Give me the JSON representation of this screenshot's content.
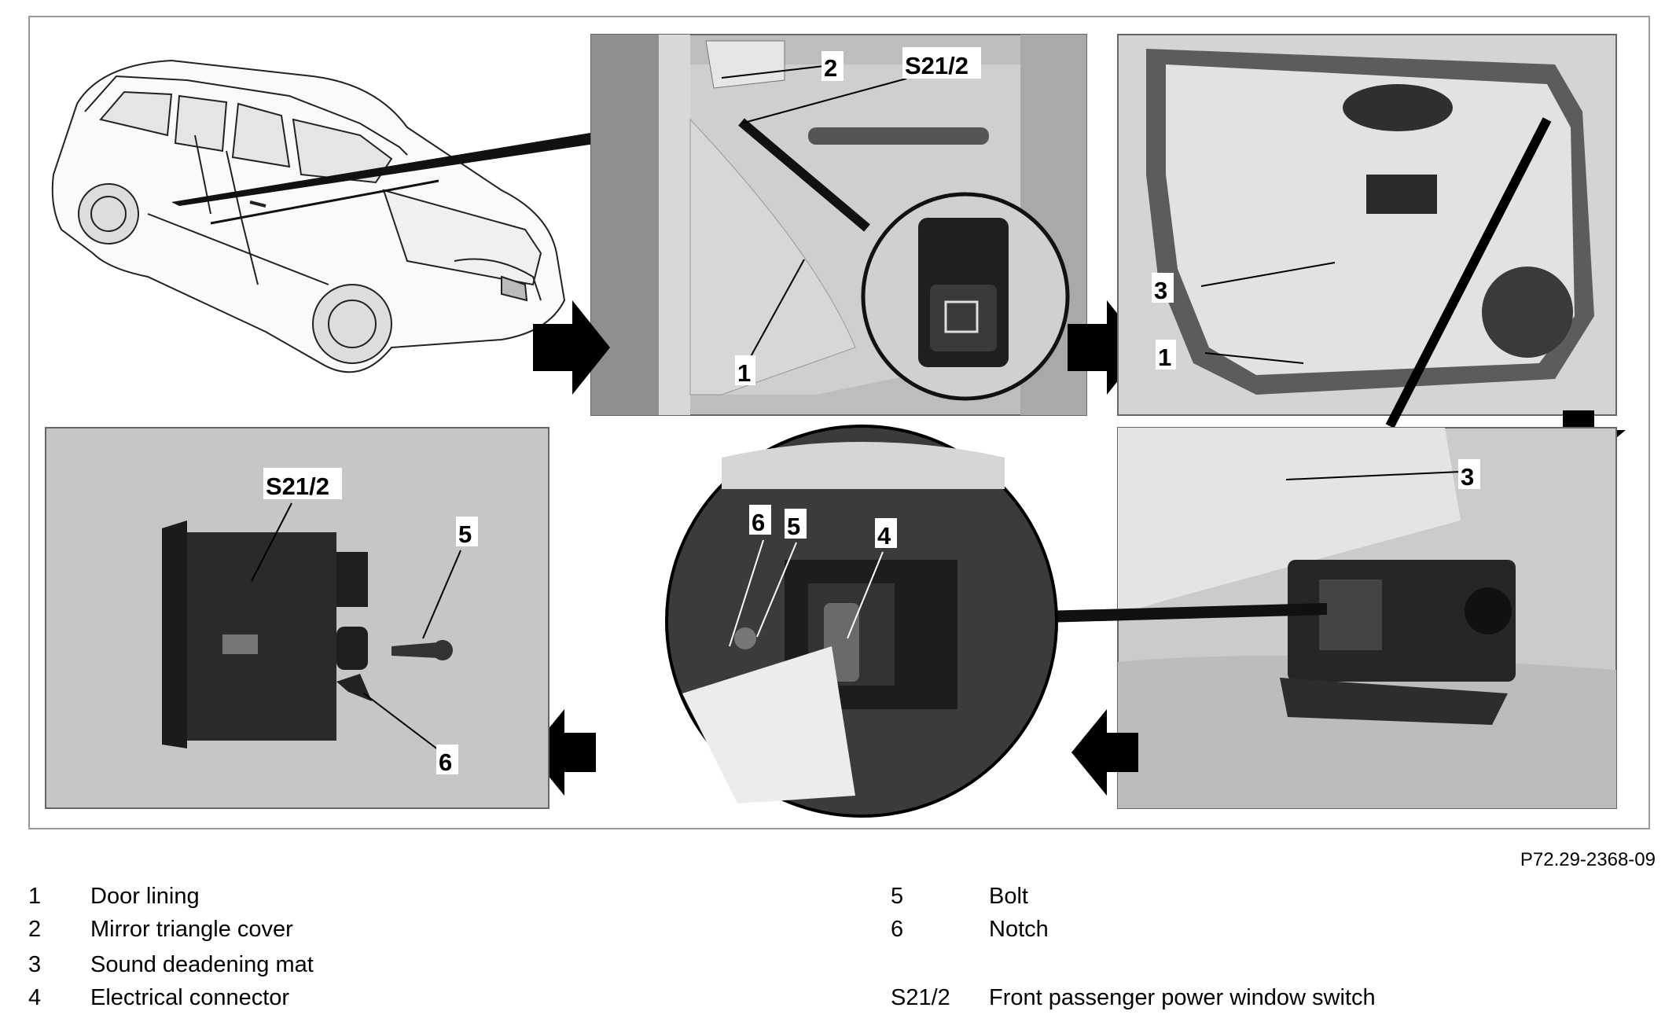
{
  "figure": {
    "reference": "P72.29-2368-09",
    "callouts": {
      "door_lining": "1",
      "mirror_triangle_cover": "2",
      "sound_deadening_mat": "3",
      "electrical_connector": "4",
      "bolt": "5",
      "notch": "6",
      "switch": "S21/2"
    }
  },
  "legend": {
    "left": [
      {
        "key": "1",
        "label": "Door lining"
      },
      {
        "key": "2",
        "label": "Mirror triangle cover"
      },
      {
        "key": "3",
        "label": "Sound deadening mat"
      },
      {
        "key": "4",
        "label": "Electrical connector"
      }
    ],
    "right": [
      {
        "key": "5",
        "label": "Bolt"
      },
      {
        "key": "6",
        "label": "Notch"
      },
      {
        "key": "S21/2",
        "label": "Front passenger power window switch"
      }
    ]
  },
  "colors": {
    "panel_gray": "#c9c9c9",
    "border_gray": "#9a9a9a",
    "dark": "#2a2a2a"
  }
}
